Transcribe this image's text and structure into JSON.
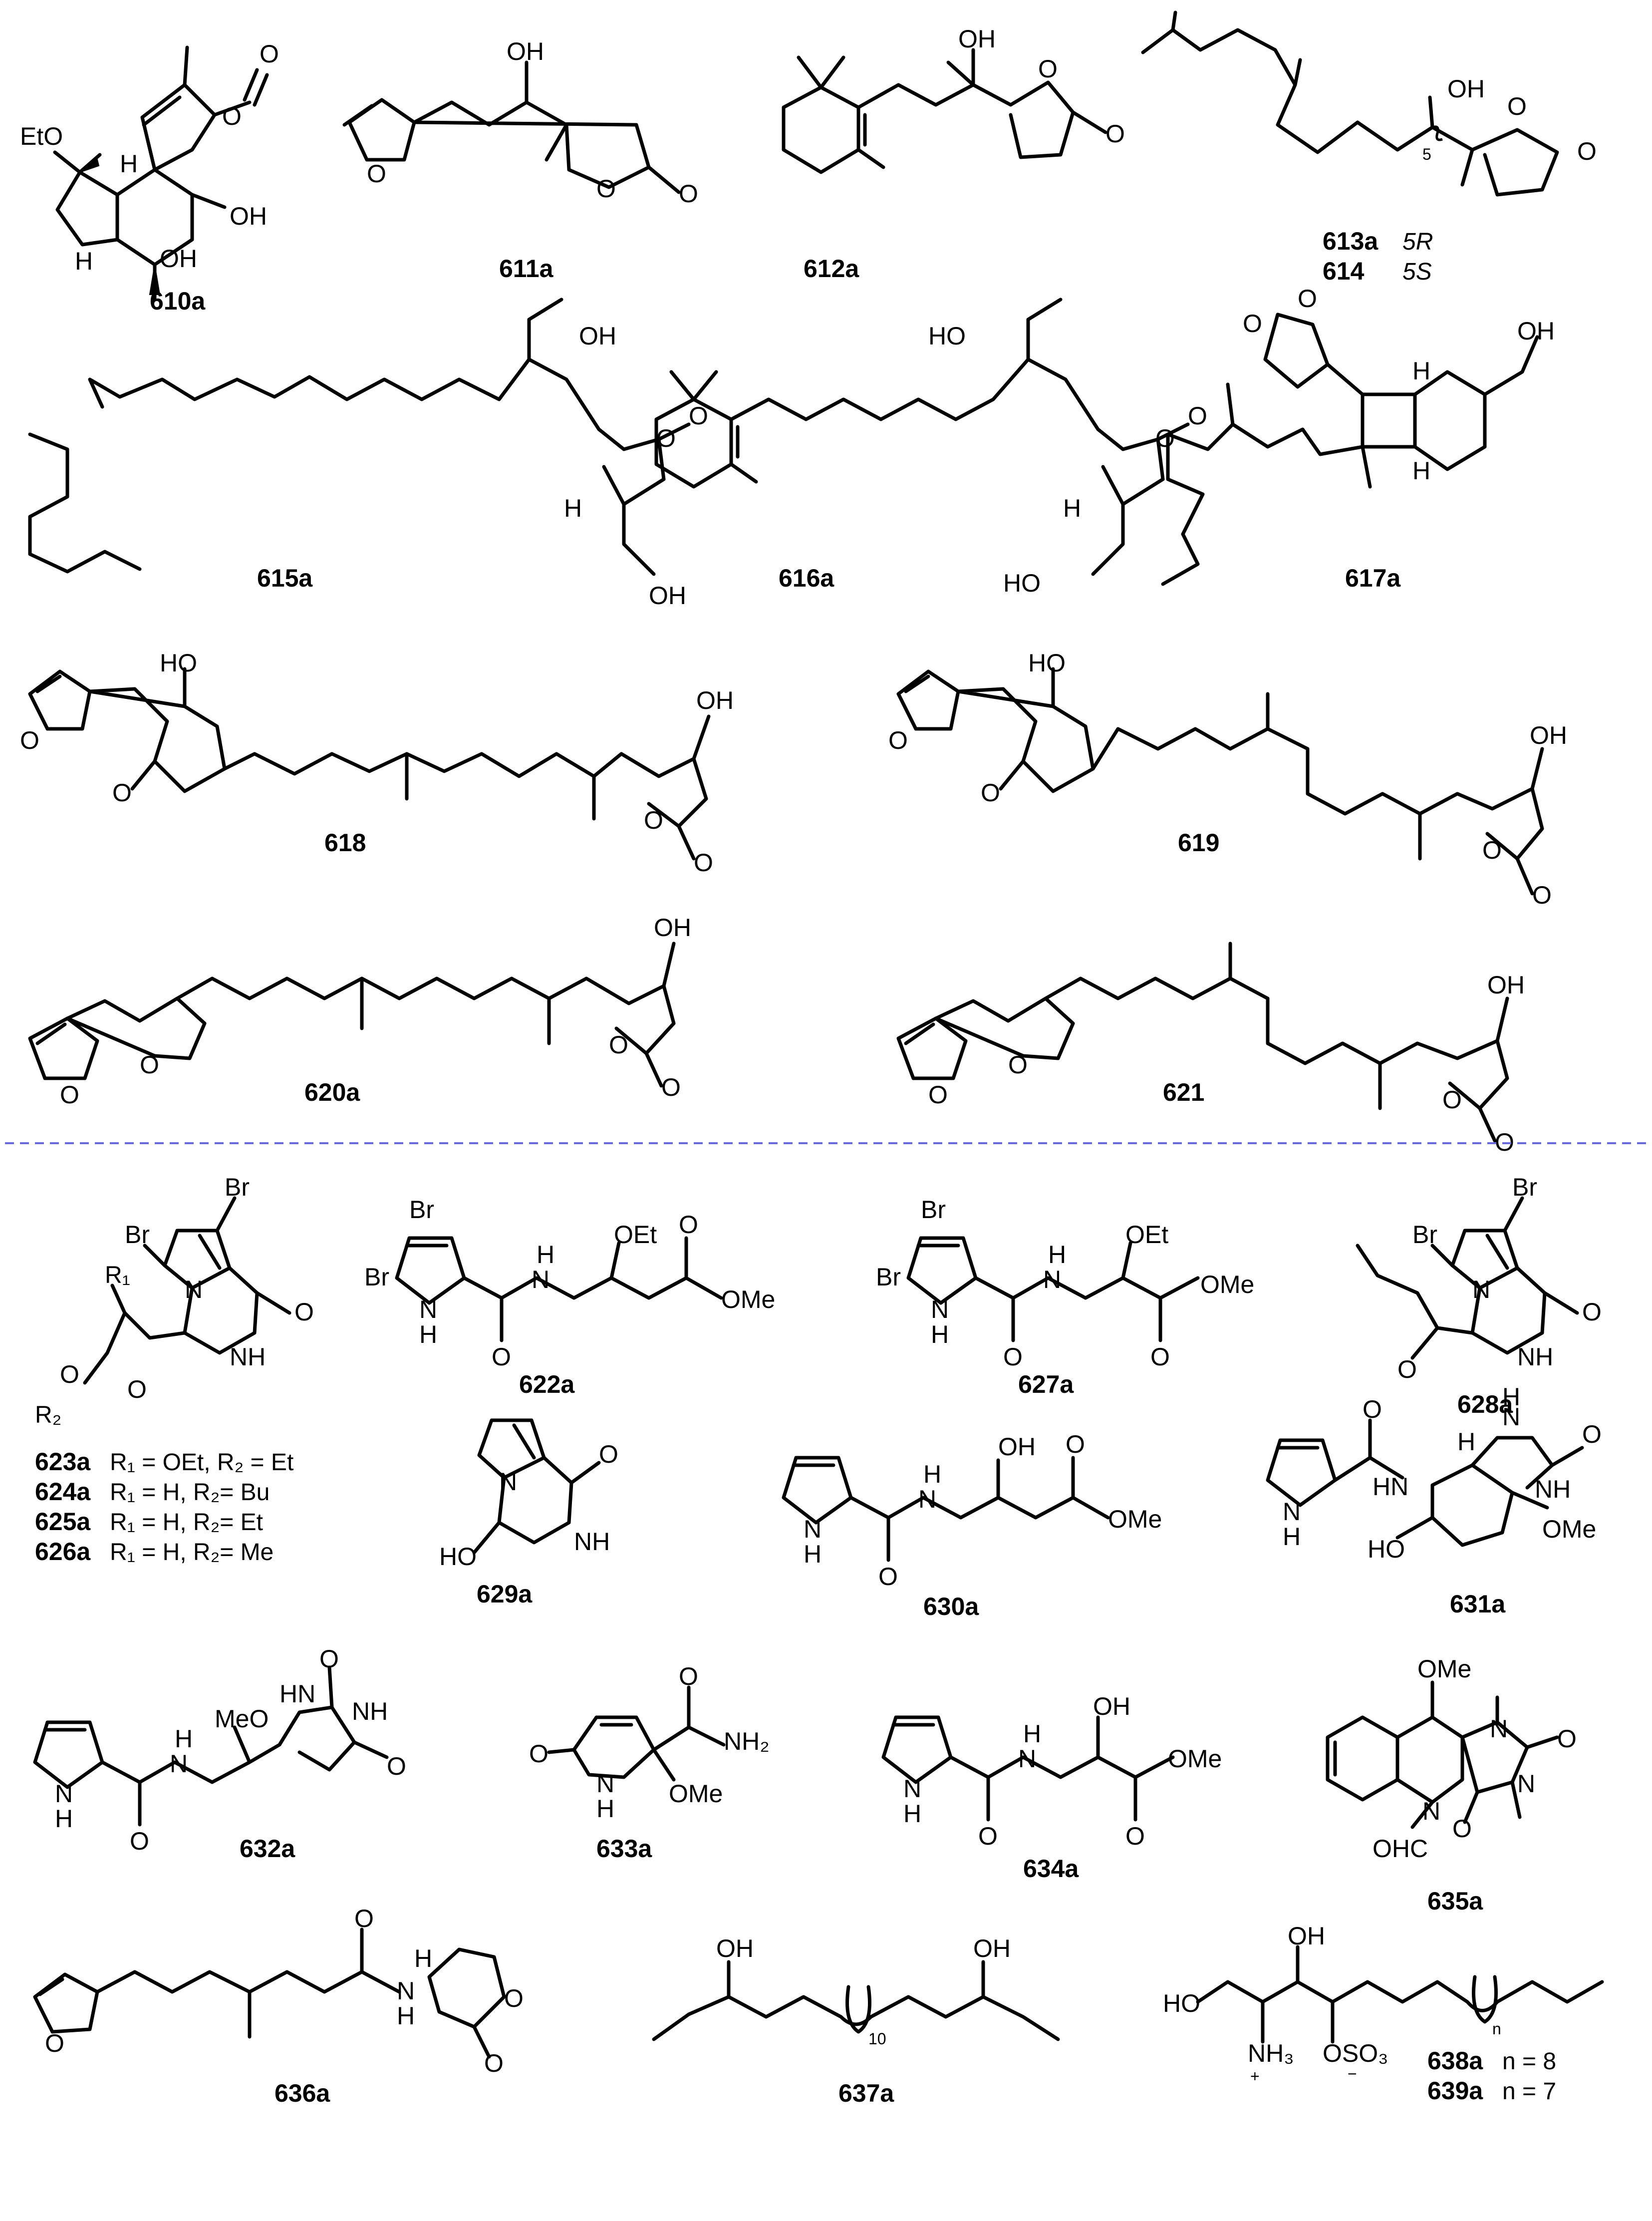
{
  "figure": {
    "separator_color": "#6a6ad8",
    "compounds": [
      {
        "id": "610a",
        "atoms": [
          "EtO",
          "O",
          "O",
          "H",
          "H",
          "OH",
          "OH"
        ]
      },
      {
        "id": "611a",
        "atoms": [
          "O",
          "OH",
          "O",
          "O"
        ]
      },
      {
        "id": "612a",
        "atoms": [
          "OH",
          "O",
          "O"
        ]
      },
      {
        "id": "613a",
        "atoms": [
          "OH",
          "5",
          "O",
          "O"
        ],
        "note": "5R"
      },
      {
        "id": "614",
        "note": "5S"
      },
      {
        "id": "615a",
        "atoms": [
          "OH",
          "O",
          "O",
          "H",
          "OH"
        ]
      },
      {
        "id": "616a",
        "atoms": [
          "HO",
          "O",
          "O",
          "H",
          "HO"
        ]
      },
      {
        "id": "617a",
        "atoms": [
          "O",
          "O",
          "H",
          "OH",
          "H"
        ]
      },
      {
        "id": "618",
        "atoms": [
          "HO",
          "O",
          "O",
          "OH",
          "O",
          "O"
        ]
      },
      {
        "id": "619",
        "atoms": [
          "HO",
          "O",
          "O",
          "OH",
          "O",
          "O"
        ]
      },
      {
        "id": "620a",
        "atoms": [
          "O",
          "O",
          "OH",
          "O",
          "O"
        ]
      },
      {
        "id": "621",
        "atoms": [
          "O",
          "O",
          "OH",
          "O",
          "O"
        ]
      },
      {
        "id": "622a",
        "atoms": [
          "Br",
          "Br",
          "N",
          "H",
          "O",
          "H",
          "N",
          "OEt",
          "O",
          "OMe"
        ]
      },
      {
        "id": "623a",
        "atoms": [
          "Br",
          "Br",
          "N",
          "O",
          "NH",
          "O"
        ],
        "r_group": "R1 = OEt, R2 = Et"
      },
      {
        "id": "624a",
        "r_group": "R1 = H,    R2= Bu"
      },
      {
        "id": "625a",
        "r_group": "R1 = H,    R2= Et"
      },
      {
        "id": "626a",
        "r_group": "R1 = H,    R2= Me"
      },
      {
        "id": "627a",
        "atoms": [
          "Br",
          "Br",
          "N",
          "H",
          "O",
          "H",
          "N",
          "OEt",
          "O",
          "OMe"
        ]
      },
      {
        "id": "628a",
        "atoms": [
          "Br",
          "Br",
          "N",
          "O",
          "NH",
          "O"
        ]
      },
      {
        "id": "629a",
        "atoms": [
          "N",
          "O",
          "NH",
          "HO"
        ]
      },
      {
        "id": "630a",
        "atoms": [
          "N",
          "H",
          "O",
          "H",
          "N",
          "OH",
          "O",
          "OMe"
        ]
      },
      {
        "id": "631a",
        "atoms": [
          "N",
          "H",
          "O",
          "HN",
          "H",
          "N",
          "H",
          "O",
          "NH",
          "OMe",
          "HO"
        ]
      },
      {
        "id": "632a",
        "atoms": [
          "N",
          "H",
          "O",
          "H",
          "N",
          "MeO",
          "HN",
          "O",
          "NH",
          "O"
        ]
      },
      {
        "id": "633a",
        "atoms": [
          "O",
          "N",
          "H",
          "O",
          "NH2",
          "OMe"
        ]
      },
      {
        "id": "634a",
        "atoms": [
          "N",
          "H",
          "O",
          "H",
          "N",
          "OH",
          "O",
          "OMe"
        ]
      },
      {
        "id": "635a",
        "atoms": [
          "OMe",
          "N",
          "N",
          "O",
          "N",
          "OHC",
          "O"
        ]
      },
      {
        "id": "636a",
        "atoms": [
          "O",
          "O",
          "H",
          "N",
          "H",
          "O",
          "O"
        ]
      },
      {
        "id": "637a",
        "atoms": [
          "OH",
          "OH",
          "10"
        ]
      },
      {
        "id": "638a",
        "atoms": [
          "OH",
          "HO",
          "NH3",
          "+",
          "OSO3",
          "−",
          "n"
        ],
        "note": "n = 8"
      },
      {
        "id": "639a",
        "note": "n = 7"
      }
    ]
  }
}
